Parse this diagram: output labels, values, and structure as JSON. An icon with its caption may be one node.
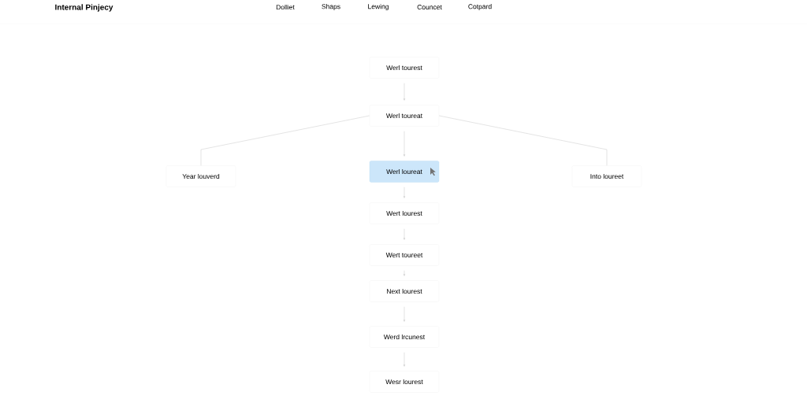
{
  "diagram": {
    "title": "Internal Pinjecy",
    "nodes": [
      {
        "text": [
          "Werl tourest"
        ]
      },
      {
        "text": [
          "Werl toureat"
        ]
      },
      {
        "text": [
          "Year louverd"
        ]
      },
      {
        "text": [
          "Werl loureat"
        ]
      },
      {
        "text": [
          "Into loureet"
        ]
      },
      {
        "text": [
          "Wert lourest"
        ]
      },
      {
        "text": [
          "Wert toureet"
        ]
      },
      {
        "text": [
          "Next lourest"
        ]
      },
      {
        "text": [
          "Werd lrcunest"
        ]
      },
      {
        "text": [
          "Wesr lourest"
        ]
      }
    ],
    "edges": [
      {
        "from": 0,
        "to": 1,
        "arrow": "to"
      },
      {
        "from": 1,
        "to": 2,
        "arrow": "none"
      },
      {
        "from": 1,
        "to": 3,
        "arrow": "to"
      },
      {
        "from": 1,
        "to": 4,
        "arrow": "none"
      },
      {
        "from": 3,
        "to": 5,
        "arrow": "to"
      },
      {
        "from": 5,
        "to": 6,
        "arrow": "to"
      },
      {
        "from": 6,
        "to": 7,
        "arrow": "to"
      },
      {
        "from": 7,
        "to": 8,
        "arrow": "to"
      },
      {
        "from": 8,
        "to": 9,
        "arrow": "to"
      }
    ],
    "labels": [
      "Dolliet",
      "Shaps",
      "Lewing",
      "Councet",
      "Cotpard"
    ]
  }
}
